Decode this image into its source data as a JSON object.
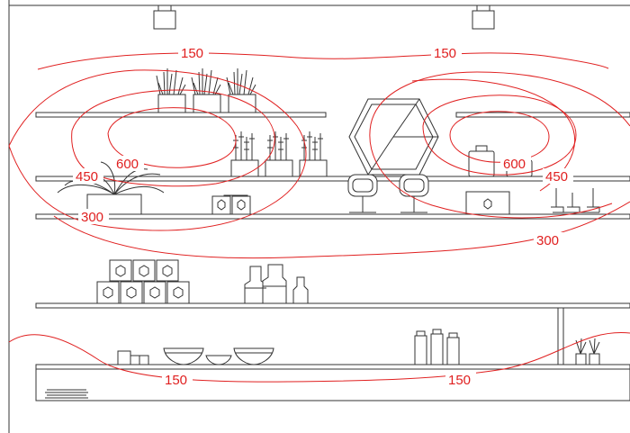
{
  "diagram": {
    "type": "lighting-isolux-elevation",
    "line_color": "#333333",
    "contour_color": "#e02020",
    "contour_labels": [
      "150",
      "150",
      "600",
      "450",
      "600",
      "450",
      "300",
      "300",
      "150",
      "150"
    ]
  }
}
